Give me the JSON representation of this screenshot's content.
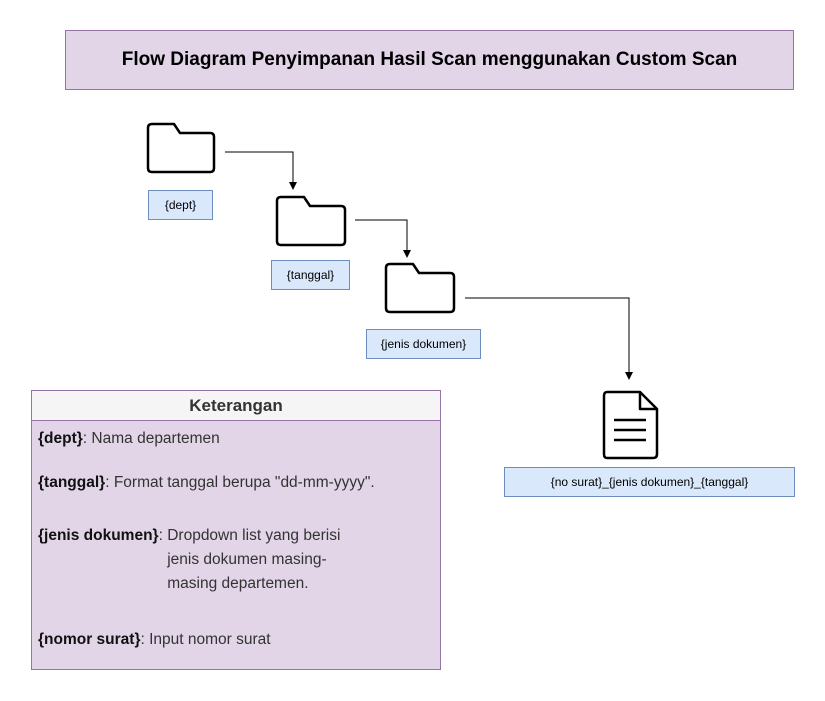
{
  "diagram": {
    "title": "Flow Diagram Penyimpanan Hasil Scan menggunakan Custom Scan",
    "nodes": [
      {
        "label": "{dept}",
        "icon": "folder-icon"
      },
      {
        "label": "{tanggal}",
        "icon": "folder-icon"
      },
      {
        "label": "{jenis dokumen}",
        "icon": "folder-icon"
      },
      {
        "label": "{no surat}_{jenis dokumen}_{tanggal}",
        "icon": "document-icon"
      }
    ],
    "edges": [
      {
        "from": "{dept}",
        "to": "{tanggal}"
      },
      {
        "from": "{tanggal}",
        "to": "{jenis dokumen}"
      },
      {
        "from": "{jenis dokumen}",
        "to": "{no surat}_{jenis dokumen}_{tanggal}"
      }
    ]
  },
  "legend": {
    "title": "Keterangan",
    "items": [
      {
        "term": "{dept}",
        "sep": ": ",
        "desc": [
          "Nama departemen"
        ]
      },
      {
        "term": "{tanggal}",
        "sep": ": ",
        "desc": [
          "Format tanggal berupa \"dd-mm-yyyy\"."
        ]
      },
      {
        "term": "{jenis dokumen}",
        "sep": ": ",
        "desc": [
          "Dropdown list yang berisi",
          "jenis dokumen masing-",
          "masing departemen."
        ]
      },
      {
        "term": "{nomor surat}",
        "sep": ": ",
        "desc": [
          "Input nomor surat"
        ]
      }
    ]
  },
  "colors": {
    "title_fill": "#e1d5e7",
    "title_stroke": "#9673a6",
    "label_fill": "#dae8fc",
    "label_stroke": "#6c8ebf",
    "legend_header_fill": "#f5f5f5"
  }
}
